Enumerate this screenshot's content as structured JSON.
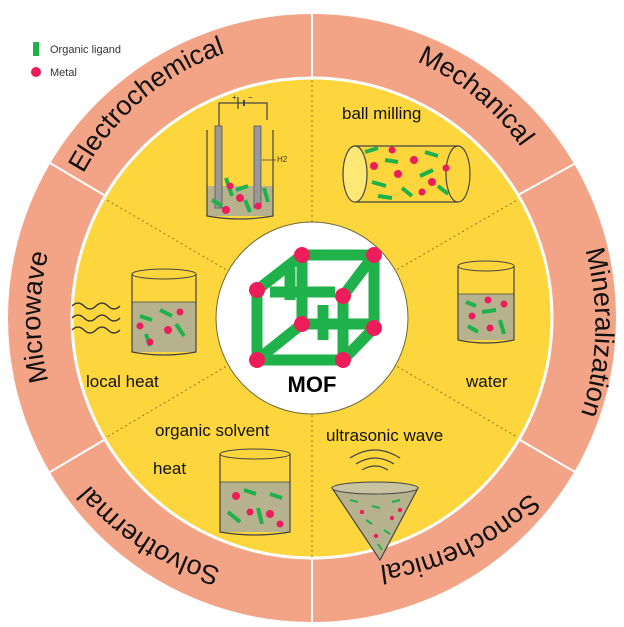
{
  "legend": {
    "ligand_label": "Organic ligand",
    "metal_label": "Metal"
  },
  "center": {
    "label": "MOF"
  },
  "methods": {
    "electrochemical": "Electrochemical",
    "mechanical": "Mechanical",
    "mineralization": "Mineralization",
    "sonochemical": "Sonochemical",
    "solvothermal": "Solvothermal",
    "microwave": "Microwave"
  },
  "conditions": {
    "ball_milling": "ball milling",
    "water": "water",
    "ultrasonic_wave": "ultrasonic wave",
    "organic_solvent": "organic solvent",
    "heat": "heat",
    "local_heat": "local heat",
    "h2": "H2"
  },
  "colors": {
    "outer_ring": "#f3a487",
    "inner_disc": "#fcd63c",
    "ligand": "#1fb24a",
    "metal": "#ec1d5a",
    "liquid": "#b7b28e",
    "center": "#ffffff"
  }
}
